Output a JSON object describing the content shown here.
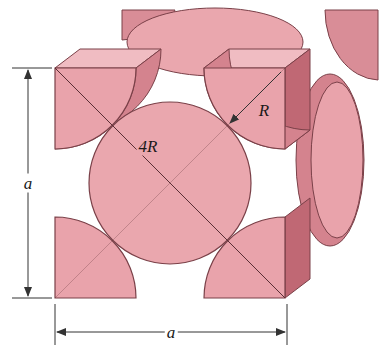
{
  "diagram": {
    "labels": [
      "a",
      "R",
      "4R",
      "a"
    ]
  }
}
